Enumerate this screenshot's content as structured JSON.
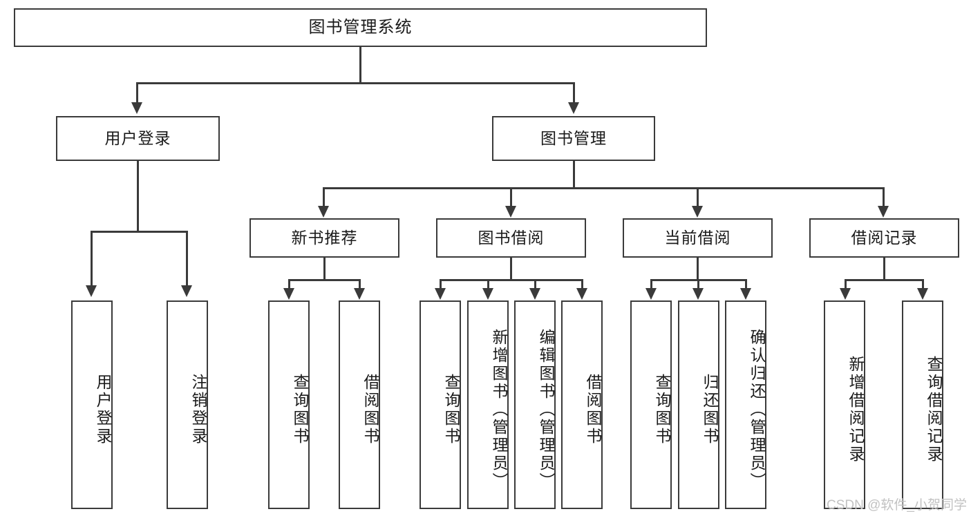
{
  "diagram": {
    "title": "图书管理系统",
    "watermark": "CSDN @软件_小贺同学",
    "colors": {
      "stroke": "#3a3a3a",
      "fill": "#ffffff",
      "text": "#1a1a1a",
      "watermark": "#c2c2c2"
    },
    "root": {
      "label": "图书管理系统"
    },
    "level2": [
      {
        "label": "用户登录"
      },
      {
        "label": "图书管理"
      }
    ],
    "level3": [
      {
        "label": "新书推荐"
      },
      {
        "label": "图书借阅"
      },
      {
        "label": "当前借阅"
      },
      {
        "label": "借阅记录"
      }
    ],
    "leaves": {
      "user_login": [
        {
          "label": "用户登录"
        },
        {
          "label": "注销登录"
        }
      ],
      "new_book": [
        {
          "label": "查询图书"
        },
        {
          "label": "借阅图书"
        }
      ],
      "book_borrow": [
        {
          "label": "查询图书"
        },
        {
          "label": "新增图书（管理员）"
        },
        {
          "label": "编辑图书（管理员）"
        },
        {
          "label": "借阅图书"
        }
      ],
      "current_borrow": [
        {
          "label": "查询图书"
        },
        {
          "label": "归还图书"
        },
        {
          "label": "确认归还（管理员）"
        }
      ],
      "borrow_record": [
        {
          "label": "新增借阅记录"
        },
        {
          "label": "查询借阅记录"
        }
      ]
    }
  }
}
